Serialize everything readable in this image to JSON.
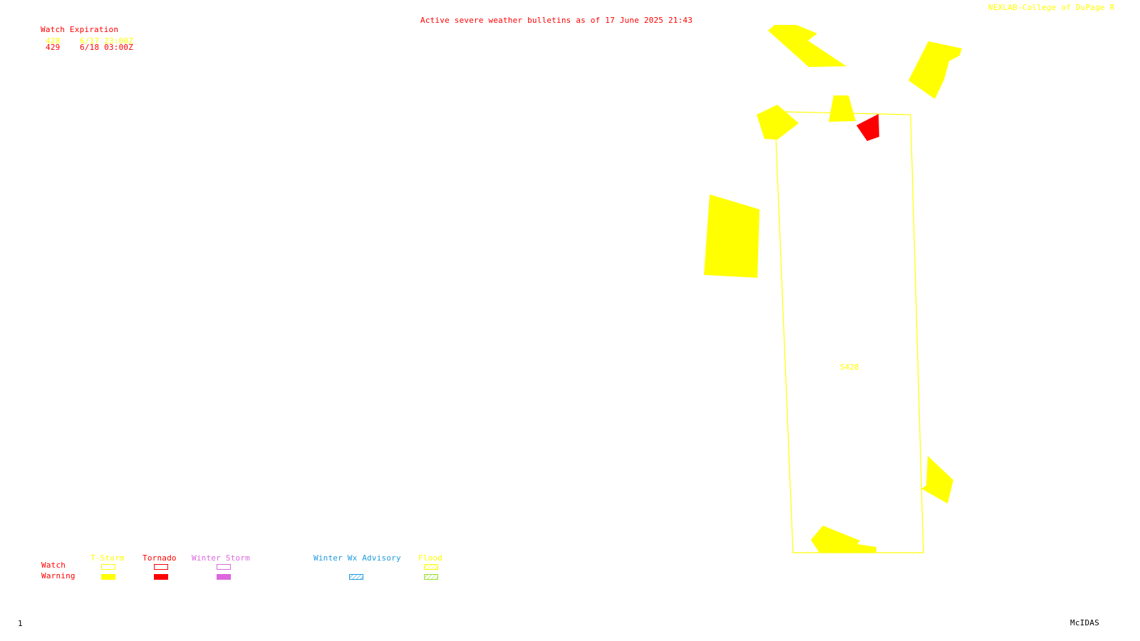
{
  "header": {
    "title": "Active severe weather bulletins as of 17 June 2025 21:43",
    "credit": "NEXLAB-College of DuPage R"
  },
  "watch_table": {
    "heading": "Watch Expiration",
    "rows": [
      {
        "number": "428",
        "expires": "6/17 23:00Z",
        "color": "#ffff00"
      },
      {
        "number": "429",
        "expires": "6/18 03:00Z",
        "color": "#ff0000"
      }
    ]
  },
  "map": {
    "watch_box_label": "S428",
    "colors": {
      "tstorm": "#ffff00",
      "tornado": "#ff0000",
      "winter_storm": "#dd66dd",
      "winter_adv": "#1e9be0",
      "flood": "#99dd33"
    }
  },
  "legend": {
    "row_watch": "Watch",
    "row_warning": "Warning",
    "columns": [
      {
        "label": "T-Storm",
        "color": "#ffff00"
      },
      {
        "label": "Tornado",
        "color": "#ff0000"
      },
      {
        "label": "Winter Storm",
        "color": "#dd66dd"
      },
      {
        "label": "Winter Wx Advisory",
        "color": "#1e9be0"
      },
      {
        "label": "Flood",
        "color": "#ffff00"
      }
    ]
  },
  "footer": {
    "frame": "1",
    "software": "McIDAS"
  }
}
